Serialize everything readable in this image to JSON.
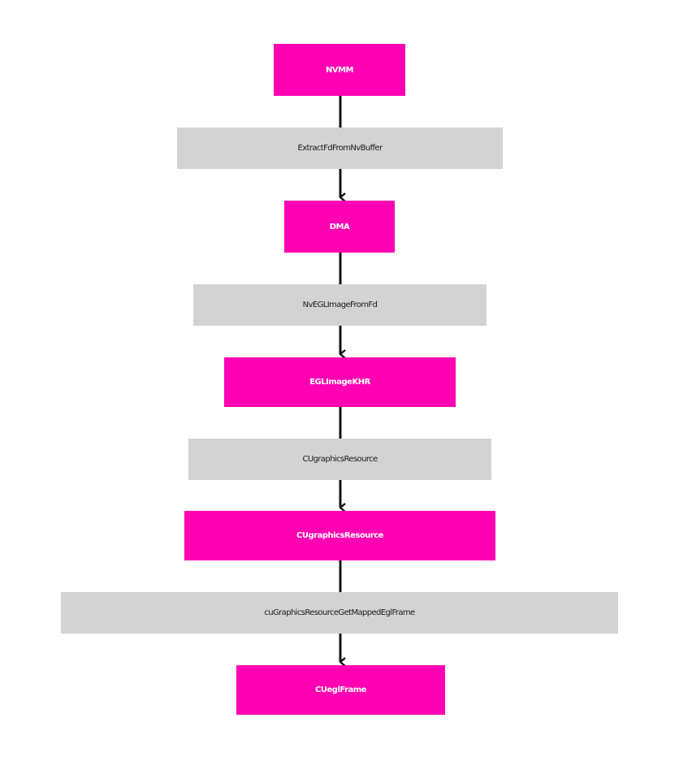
{
  "colors": {
    "node_fill": "#ff00b2",
    "node_text": "#ffffff",
    "label_fill": "#d3d3d3",
    "label_text": "#1a1a1a",
    "connector": "#111111"
  },
  "nodes": [
    {
      "id": "nvmm",
      "label": "NVMM"
    },
    {
      "id": "dma",
      "label": "DMA"
    },
    {
      "id": "eglimagekhr",
      "label": "EGLImageKHR"
    },
    {
      "id": "cugraphicsresource",
      "label": "CUgraphicsResource"
    },
    {
      "id": "ceglframe",
      "label": "CUeglFrame"
    }
  ],
  "edges": [
    {
      "from": "nvmm",
      "to": "dma",
      "label": "ExtractFdFromNvBuffer"
    },
    {
      "from": "dma",
      "to": "eglimagekhr",
      "label": "NvEGLImageFromFd"
    },
    {
      "from": "eglimagekhr",
      "to": "cugraphicsresource",
      "label": "CUgraphicsResource"
    },
    {
      "from": "cugraphicsresource",
      "to": "ceglframe",
      "label": "cuGraphicsResourceGetMappedEglFrame"
    }
  ]
}
